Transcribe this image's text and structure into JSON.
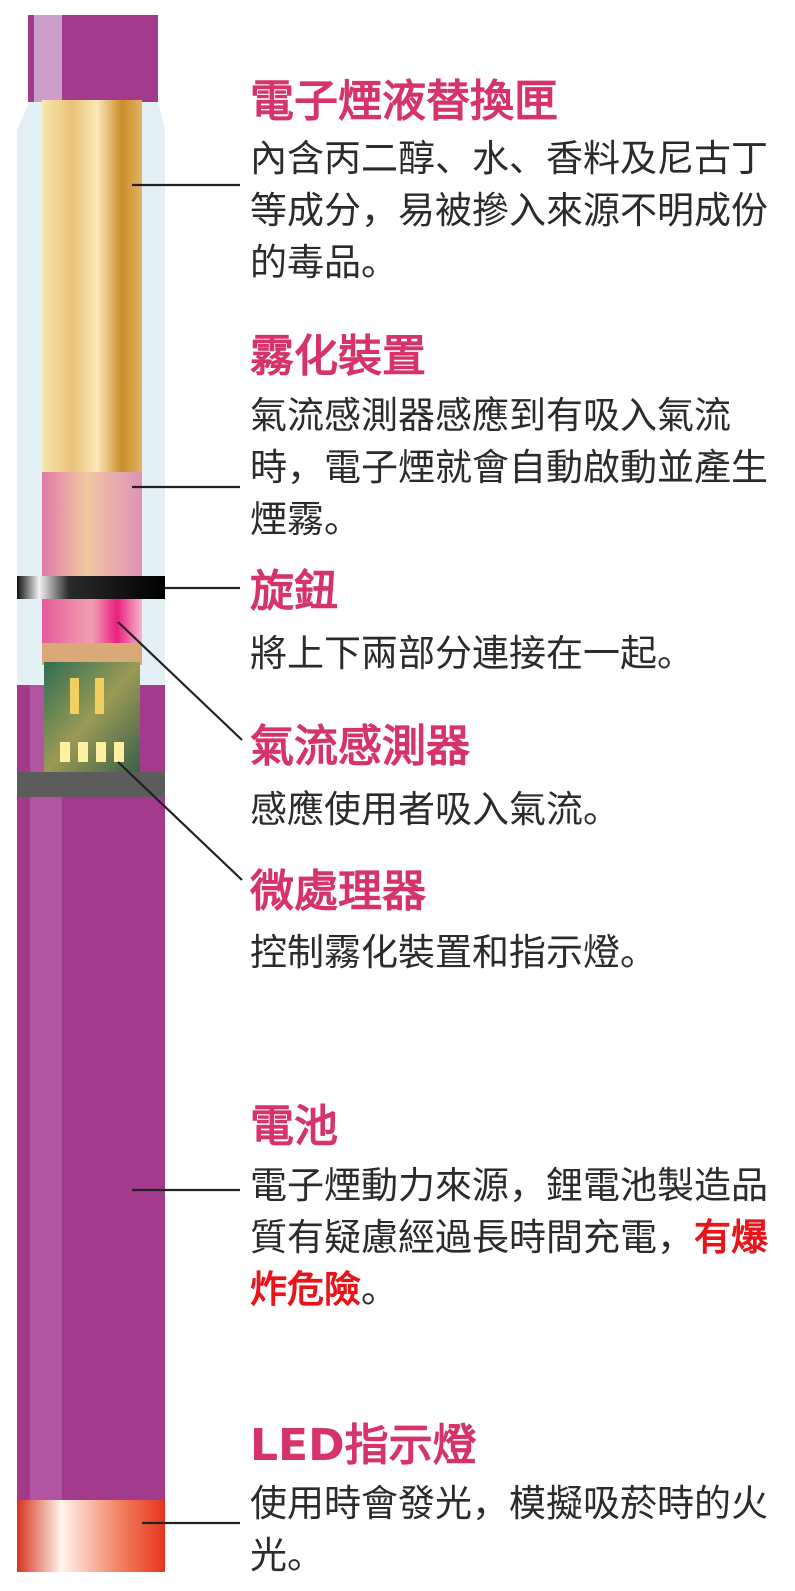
{
  "colors": {
    "title": "#d6336c",
    "text": "#2b2b2b",
    "warning": "#e8141c",
    "body_purple": "#a33a8c",
    "shell": "#e3f1f6",
    "leader": "#222222"
  },
  "components": [
    {
      "id": "cartridge",
      "title": "電子煙液替換匣",
      "description": "內含丙二醇、水、香料及尼古丁等成分，易被摻入來源不明成份的毒品。"
    },
    {
      "id": "atomizer",
      "title": "霧化裝置",
      "description": "氣流感測器感應到有吸入氣流時，電子煙就會自動啟動並產生煙霧。"
    },
    {
      "id": "knob",
      "title": "旋鈕",
      "description": "將上下兩部分連接在一起。"
    },
    {
      "id": "airflow_sensor",
      "title": "氣流感測器",
      "description": "感應使用者吸入氣流。"
    },
    {
      "id": "microprocessor",
      "title": "微處理器",
      "description": "控制霧化裝置和指示燈。"
    },
    {
      "id": "battery",
      "title": "電池",
      "description": "電子煙動力來源，鋰電池製造品質有疑慮經過長時間充電，",
      "warning": "有爆炸危險",
      "description_end": "。"
    },
    {
      "id": "led",
      "title": "LED指示燈",
      "description": "使用時會發光，模擬吸菸時的火光。"
    }
  ]
}
